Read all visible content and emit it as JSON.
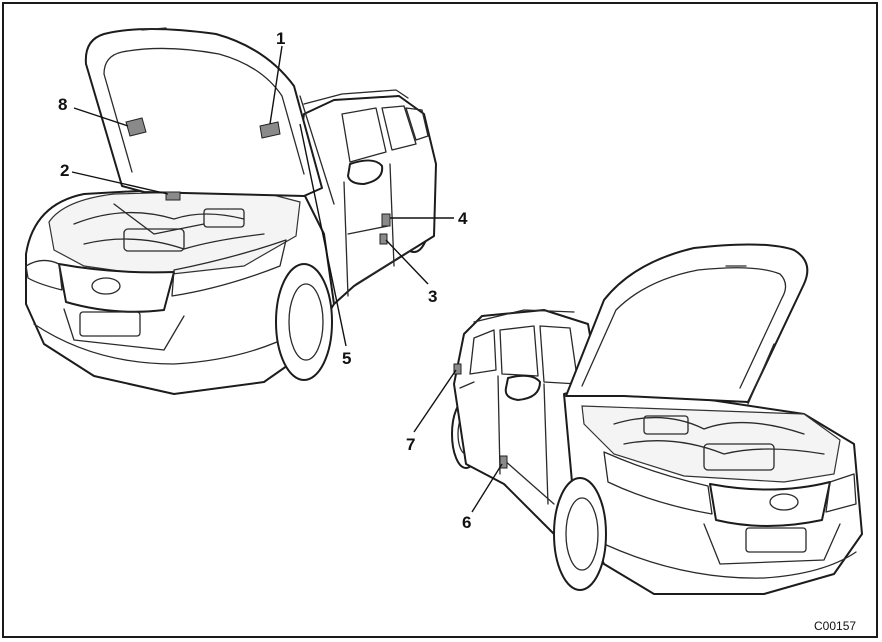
{
  "figure_code": "C00157",
  "callouts": [
    "1",
    "2",
    "3",
    "4",
    "5",
    "6",
    "7",
    "8"
  ]
}
